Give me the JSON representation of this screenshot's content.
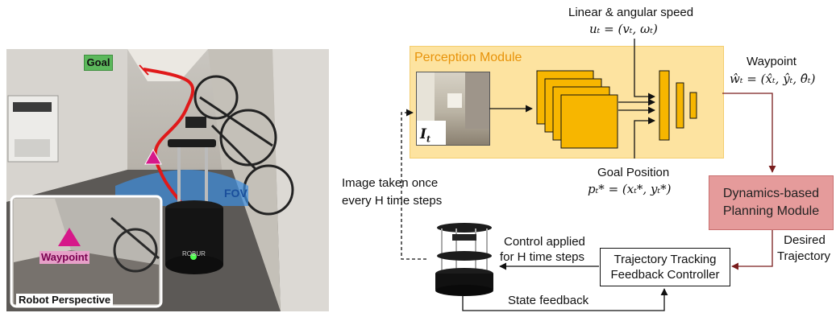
{
  "photo": {
    "goal_label": "Goal",
    "fov_label": "FOV",
    "waypoint_label": "Waypoint",
    "inset_caption": "Robot Perspective",
    "robot_brand": "ROBUR"
  },
  "diagram": {
    "perception_title": "Perception Module",
    "input_image_label": "I",
    "input_image_sub": "t",
    "speed_label": "Linear & angular speed",
    "speed_formula": "uₜ = (vₜ, ωₜ)",
    "goal_label": "Goal Position",
    "goal_formula": "pₜ* = (xₜ*, yₜ*)",
    "waypoint_label": "Waypoint",
    "waypoint_formula": "ŵₜ = (x̂ₜ, ŷₜ, θ̂ₜ)",
    "planning_line1": "Dynamics-based",
    "planning_line2": "Planning Module",
    "desired_line1": "Desired",
    "desired_line2": "Trajectory",
    "tracking_line1": "Trajectory Tracking",
    "tracking_line2": "Feedback Controller",
    "control_line1": "Control applied",
    "control_line2": "for H time steps",
    "image_taken_line1": "Image taken once",
    "image_taken_line2": "every H time steps",
    "state_feedback": "State feedback"
  },
  "colors": {
    "perception_bg": "#fde3a0",
    "layer_fill": "#f7b600",
    "planning_bg": "#e59b9b",
    "path_red": "#e0191a",
    "waypoint_magenta": "#d6198a",
    "goal_green": "#5cb85c",
    "fov_blue": "#3d8fe0",
    "waypoint_label_bg": "#e6a0c8"
  }
}
